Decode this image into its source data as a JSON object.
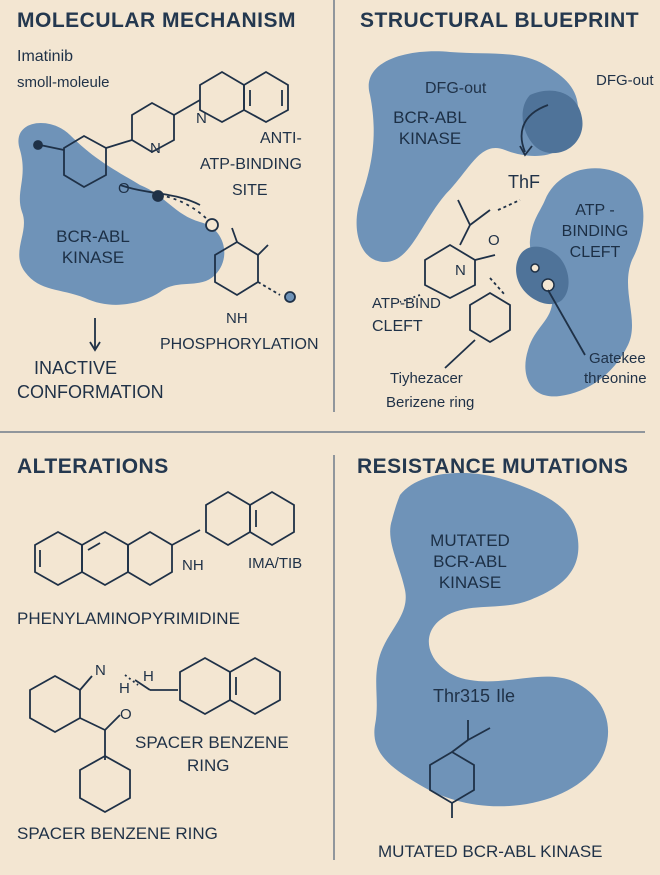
{
  "panels": {
    "mechanism": {
      "title": "MOLECULAR MECHANISM",
      "imatinib": "Imatinib",
      "small_molecule": "smoll-moleule",
      "anti": "ANTI-",
      "atp_binding_site_1": "ATP-BINDING",
      "atp_binding_site_2": "SITE",
      "kinase_1": "BCR-ABL",
      "kinase_2": "KINASE",
      "nh": "NH",
      "phosphorylation": "PHOSPHORYLATION",
      "inactive_1": "INACTIVE",
      "inactive_2": "CONFORMATION",
      "atom_n": "N",
      "atom_o": "O"
    },
    "blueprint": {
      "title": "STRUCTURAL BLUEPRINT",
      "dfg_out_inside": "DFG-out",
      "dfg_out_outside": "DFG-out",
      "kinase_1": "BCR-ABL",
      "kinase_2": "KINASE",
      "thf": "ThF",
      "atp_cleft_1": "ATP -",
      "atp_cleft_2": "BINDING",
      "atp_cleft_3": "CLEFT",
      "atp_bind_1": "ATP-BIND",
      "atp_bind_2": "CLEFT",
      "gatekeeper_1": "Gatekee",
      "gatekeeper_2": "threonine",
      "tiyhezacer": "Tiyhezacer",
      "berizene": "Berizene ring",
      "atom_n": "N",
      "atom_o": "O"
    },
    "alterations": {
      "title": "ALTERATIONS",
      "nh": "NH",
      "imatib": "IMA/TIB",
      "phenylamino": "PHENYLAMINOPYRIMIDINE",
      "n": "N",
      "h": "H",
      "o": "O",
      "spacer_1": "SPACER BENZENE",
      "spacer_2": "RING",
      "spacer_bottom": "SPACER BENZENE RING"
    },
    "resistance": {
      "title": "RESISTANCE MUTATIONS",
      "mutated_1": "MUTATED",
      "mutated_2": "BCR-ABL",
      "mutated_3": "KINASE",
      "thr": "Thr315",
      "ile": "Ile",
      "bottom": "MUTATED BCR-ABL KINASE"
    }
  },
  "colors": {
    "background": "#f3e6d2",
    "blob": "#6f93b8",
    "blob_dark": "#4f7399",
    "ink": "#1f3147"
  }
}
